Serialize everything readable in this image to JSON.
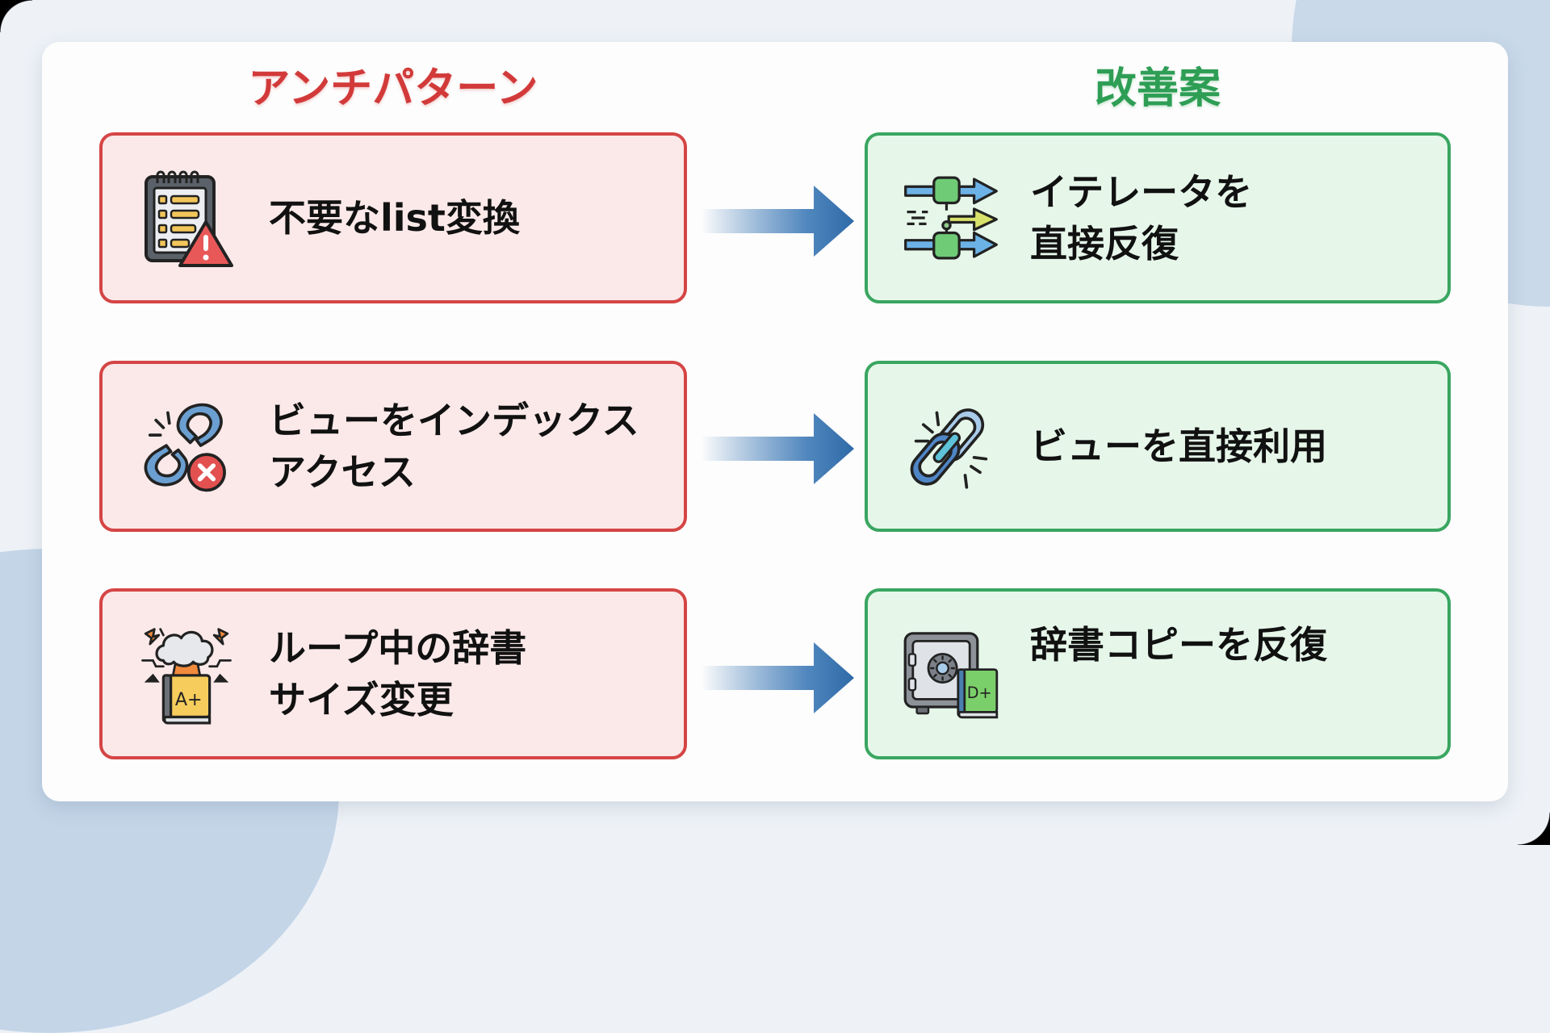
{
  "columns": {
    "anti_pattern_title": "アンチパターン",
    "improvement_title": "改善案"
  },
  "colors": {
    "anti_pattern_accent": "#d54545",
    "anti_pattern_fill": "#fbe9e9",
    "improvement_accent": "#3aa661",
    "improvement_fill": "#e6f7ea",
    "arrow": "#3d78b4"
  },
  "rows": [
    {
      "anti_pattern": {
        "icon": "notepad-warning-icon",
        "text": "不要なlist変換"
      },
      "improvement": {
        "icon": "iterator-flow-icon",
        "text": "イテレータを\n直接反復"
      }
    },
    {
      "anti_pattern": {
        "icon": "broken-chain-error-icon",
        "text": "ビューをインデックス\nアクセス"
      },
      "improvement": {
        "icon": "linked-chain-icon",
        "text": "ビューを直接利用"
      }
    },
    {
      "anti_pattern": {
        "icon": "exploding-book-icon",
        "text": "ループ中の辞書\nサイズ変更",
        "icon_label": "A+"
      },
      "improvement": {
        "icon": "safe-book-icon",
        "text": "辞書コピーを反復",
        "icon_label": "D+"
      }
    }
  ]
}
